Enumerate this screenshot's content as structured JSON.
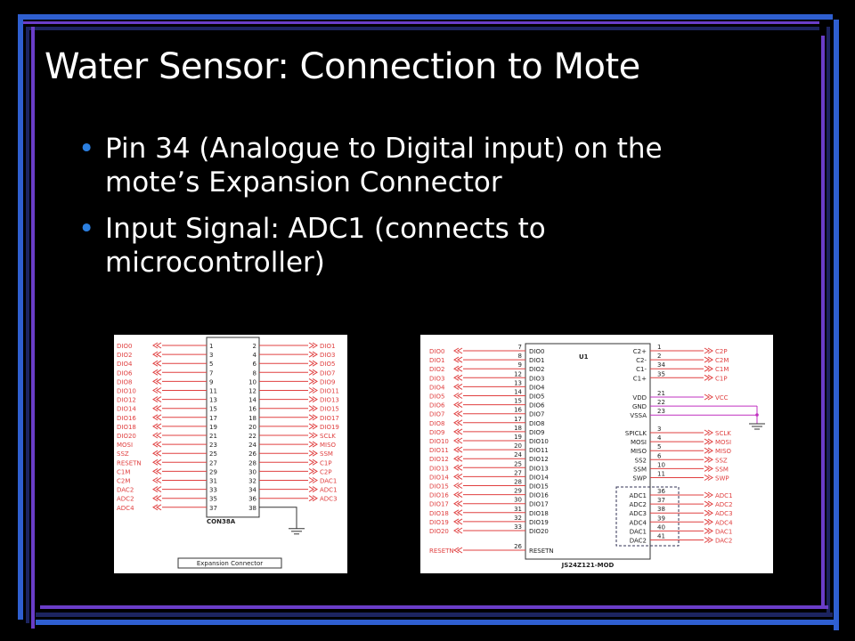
{
  "slide": {
    "title": "Water Sensor: Connection to Mote",
    "bullets": [
      "Pin 34 (Analogue to Digital input) on the mote’s Expansion Connector",
      "Input Signal: ADC1 (connects to microcontroller)"
    ],
    "bullet_glyph": "•"
  },
  "colors": {
    "background": "#000000",
    "bar_blue": "#2f5fd0",
    "bar_purple": "#6a3dc8",
    "bar_navy": "#1c2460",
    "bullet": "#2b7fe0",
    "signal_red": "#e04040",
    "wire_magenta": "#c030c0"
  },
  "left_schematic": {
    "part_name": "CON38A",
    "caption": "Expansion Connector",
    "left_signals": [
      "DIO0",
      "DIO2",
      "DIO4",
      "DIO6",
      "DIO8",
      "DIO10",
      "DIO12",
      "DIO14",
      "DIO16",
      "DIO18",
      "DIO20",
      "MOSI",
      "SSZ",
      "RESETN",
      "C1M",
      "C2M",
      "DAC2",
      "ADC2",
      "ADC4"
    ],
    "left_pins": [
      "1",
      "3",
      "5",
      "7",
      "9",
      "11",
      "13",
      "15",
      "17",
      "19",
      "21",
      "23",
      "25",
      "27",
      "29",
      "31",
      "33",
      "35",
      "37"
    ],
    "right_pins": [
      "2",
      "4",
      "6",
      "8",
      "10",
      "12",
      "14",
      "16",
      "18",
      "20",
      "22",
      "24",
      "26",
      "28",
      "30",
      "32",
      "34",
      "36",
      "38"
    ],
    "right_signals": [
      "DIO1",
      "DIO3",
      "DIO5",
      "DIO7",
      "DIO9",
      "DIO11",
      "DIO13",
      "DIO15",
      "DIO17",
      "DIO19",
      "SCLK",
      "MISO",
      "SSM",
      "C1P",
      "C2P",
      "DAC1",
      "ADC1",
      "ADC3",
      ""
    ]
  },
  "right_schematic": {
    "part_ref": "U1",
    "part_name": "JS24Z121-MOD",
    "left_signals": [
      "DIO0",
      "DIO1",
      "DIO2",
      "DIO3",
      "DIO4",
      "DIO5",
      "DIO6",
      "DIO7",
      "DIO8",
      "DIO9",
      "DIO10",
      "DIO11",
      "DIO12",
      "DIO13",
      "DIO14",
      "DIO15",
      "DIO16",
      "DIO17",
      "DIO18",
      "DIO19",
      "DIO20",
      "RESETN"
    ],
    "left_pins": [
      "7",
      "8",
      "9",
      "12",
      "13",
      "14",
      "15",
      "16",
      "17",
      "18",
      "19",
      "20",
      "24",
      "25",
      "27",
      "28",
      "29",
      "30",
      "31",
      "32",
      "33",
      "26"
    ],
    "left_inner": [
      "DIO0",
      "DIO1",
      "DIO2",
      "DIO3",
      "DIO4",
      "DIO5",
      "DIO6",
      "DIO7",
      "DIO8",
      "DIO9",
      "DIO10",
      "DIO11",
      "DIO12",
      "DIO13",
      "DIO14",
      "DIO15",
      "DIO16",
      "DIO17",
      "DIO18",
      "DIO19",
      "DIO20",
      "RESETN"
    ],
    "right_group1_inner": [
      "C2+",
      "C2-",
      "C1-",
      "C1+"
    ],
    "right_group1_pins": [
      "1",
      "2",
      "34",
      "35"
    ],
    "right_group1_signals": [
      "C2P",
      "C2M",
      "C1M",
      "C1P"
    ],
    "right_group2_inner": [
      "VDD",
      "GND",
      "VSSA"
    ],
    "right_group2_pins": [
      "21",
      "22",
      "23"
    ],
    "right_group2_signals": [
      "VCC",
      "",
      ""
    ],
    "right_group3_inner": [
      "SPICLK",
      "MOSI",
      "MISO",
      "SS2",
      "SSM",
      "SWP"
    ],
    "right_group3_pins": [
      "3",
      "4",
      "5",
      "6",
      "10",
      "11"
    ],
    "right_group3_signals": [
      "SCLK",
      "MOSI",
      "MISO",
      "SSZ",
      "SSM",
      "SWP"
    ],
    "right_group4_inner": [
      "ADC1",
      "ADC2",
      "ADC3",
      "ADC4",
      "DAC1",
      "DAC2"
    ],
    "right_group4_pins": [
      "36",
      "37",
      "38",
      "39",
      "40",
      "41"
    ],
    "right_group4_signals": [
      "ADC1",
      "ADC2",
      "ADC3",
      "ADC4",
      "DAC1",
      "DAC2"
    ]
  }
}
